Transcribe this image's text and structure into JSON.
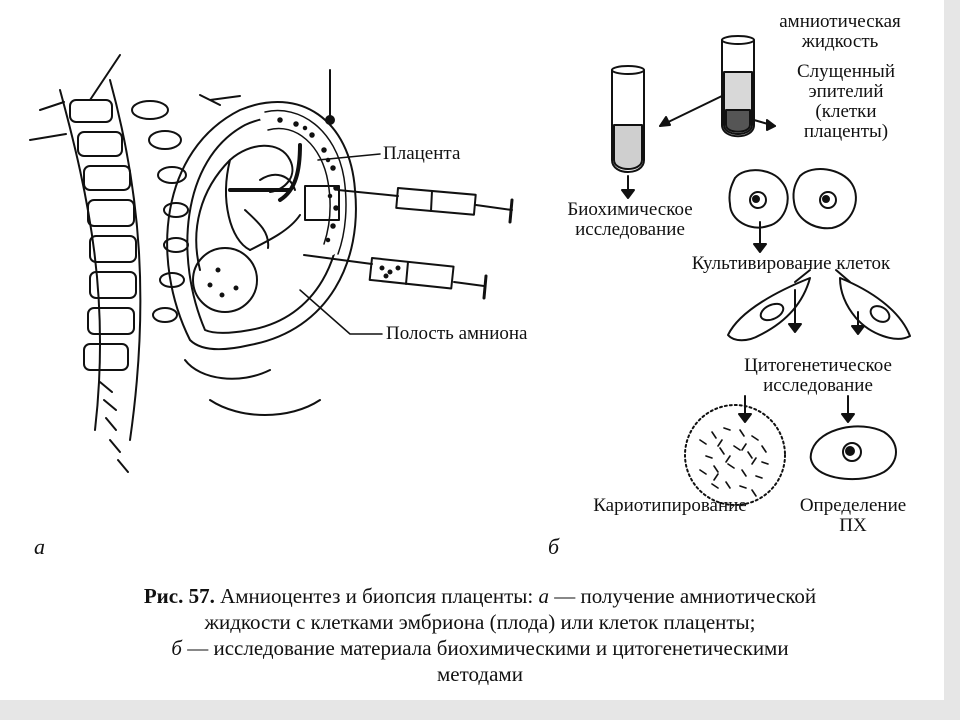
{
  "labels": {
    "amniotic_fluid": [
      "амниотическая",
      "жидкость"
    ],
    "sloughed_epithelium": [
      "Слущенный",
      "эпителий",
      "(клетки",
      "плаценты)"
    ],
    "placenta": "Плацента",
    "amnion_cavity": "Полость амниона",
    "biochemical": [
      "Биохимическое",
      "исследование"
    ],
    "cell_culture": "Культивирование клеток",
    "cytogenetic": [
      "Цитогенетическое",
      "исследование"
    ],
    "karyotyping": "Кариотипирование",
    "sex_chromatin": [
      "Определение",
      "ПХ"
    ],
    "panel_a": "а",
    "panel_b": "б"
  },
  "caption": {
    "fig_no": "Рис. 57.",
    "line1_rest": " Амниоцентез и биопсия плаценты: ",
    "a_letter": "а",
    "line1_end": " — получение амниотической",
    "line2": "жидкости с клетками эмбриона (плода) или клеток плаценты;",
    "b_letter": "б",
    "line3_rest": " — исследование материала биохимическими и цитогенетическими",
    "line4": "методами"
  },
  "colors": {
    "ink": "#111111",
    "background": "#ffffff",
    "frame": "#e6e6e6"
  }
}
